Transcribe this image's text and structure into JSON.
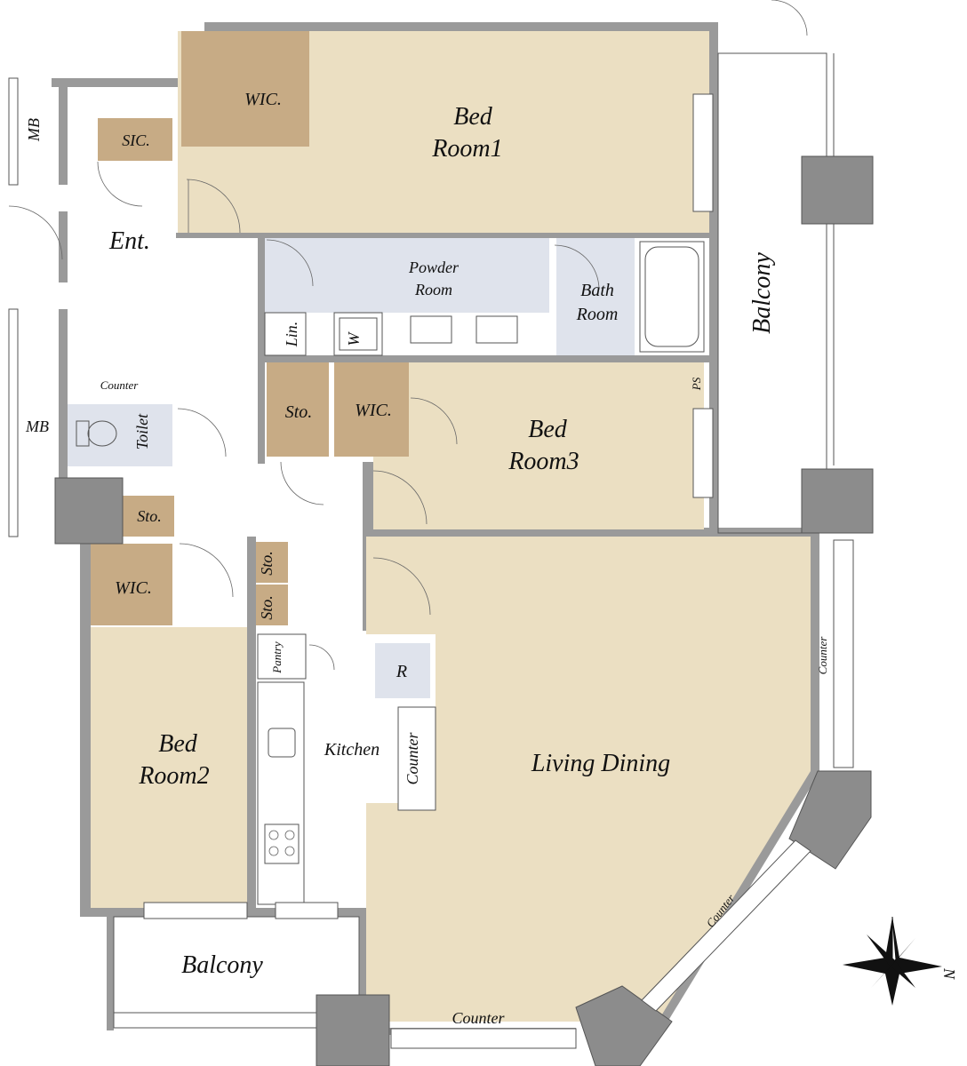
{
  "rooms": {
    "bed1_line1": "Bed",
    "bed1_line2": "Room1",
    "bed2_line1": "Bed",
    "bed2_line2": "Room2",
    "bed3_line1": "Bed",
    "bed3_line2": "Room3",
    "living": "Living Dining",
    "kitchen": "Kitchen",
    "entrance": "Ent.",
    "powder_line1": "Powder",
    "powder_line2": "Room",
    "bath_line1": "Bath",
    "bath_line2": "Room",
    "toilet": "Toilet",
    "balcony_east": "Balcony",
    "balcony_south": "Balcony"
  },
  "storage": {
    "wic_bed1": "WIC.",
    "wic_bed3": "WIC.",
    "wic_bed2": "WIC.",
    "sic": "SIC.",
    "sto_hall": "Sto.",
    "sto_toilet": "Sto.",
    "sto_kitchen_a": "Sto.",
    "sto_kitchen_b": "Sto.",
    "pantry": "Pantry",
    "linen": "Lin.",
    "washer": "W",
    "ps": "PS",
    "refrigerator": "R",
    "mb_top": "MB",
    "mb_bottom": "MB"
  },
  "counters": {
    "toilet_counter": "Counter",
    "kitchen_counter": "Counter",
    "living_east_counter": "Counter",
    "living_diag_counter": "Counter",
    "living_south_counter": "Counter"
  },
  "compass": {
    "north_label": "N"
  },
  "colors": {
    "bedroom_fill": "#ebdfc2",
    "closet_fill": "#c7ab85",
    "wet_area_fill": "#dfe3ec",
    "wall": "#9a9a9a"
  }
}
